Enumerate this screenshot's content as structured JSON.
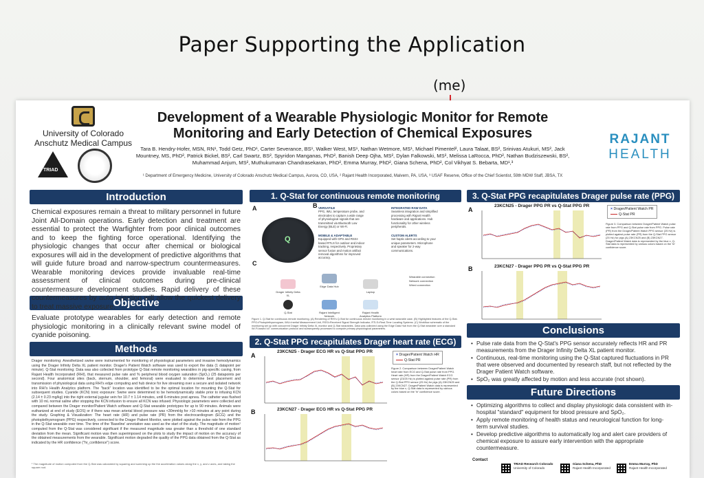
{
  "slide": {
    "headline": "Paper Supporting the Application",
    "me_label": "(me)"
  },
  "poster": {
    "logos": {
      "cu_name_1": "University of Colorado",
      "cu_name_2": "Anschutz Medical Campus",
      "triad": "TRIAD",
      "rajant_1": "RAJANT",
      "rajant_2": "HEALTH"
    },
    "title_line_1": "Development of a Wearable Physiologic Monitor for Remote",
    "title_line_2": "Monitoring and Early Detection of Chemical Exposures",
    "authors": "Tara B. Hendry-Hofer, MSN, RN¹, Todd Getz, PhD¹, Carter Severance, BS¹, Walker West, MS¹, Nathan Wetmore, MS¹, Michael Pimentel², Laura Talaat, BS², Srinivas Atukuri, MS², Jack Mountney, MS, PhD², Patrick Bickel, BS², Carl Swartz, BS², Spyridon Manganas, PhD², Banish Deep Ojha, MS², Dylan Falkowski, MS², Melissa LaRocca, PhD², Nathan Budziszewski, BS², Muhammad Anjum, MS², Muthukumaran Chandrasekaran, PhD², Emma Murray, PhD², Giana Schena, PhD², Col Vikhyat S. Bebarta, MD¹,³",
    "affiliations": "¹ Department of Emergency Medicine, University of Colorado Anschutz Medical Campus, Aurora, CO, USA, ² Rajant Health Incorporated, Malvern, PA, USA, ³ USAF Reserve, Office of the Chief Scientist, 59th MDW Staff, JBSA, TX",
    "introduction": {
      "heading": "Introduction",
      "text": "Chemical exposures remain a threat to military personnel in future Joint All-Domain operations. Early detection and treatment are essential to protect the Warfighter from poor clinical outcomes and to keep the fighting force operational. Identifying the physiologic changes that occur after chemical or biological exposures will aid in the development of predictive algorithms that will guide future broad and narrow-spectrum countermeasures. Wearable monitoring devices provide invaluable real-time assessment of clinical outcomes during pre-clinical countermeasure development studies. Rapid delivery of these countermeasures by auto injection will allow the quickest delivery to treat massive exposure."
    },
    "objective": {
      "heading": "Objective",
      "text": "Evaluate prototype wearables for early detection and remote physiologic monitoring in a clinically relevant swine model of cyanide poisoning."
    },
    "methods": {
      "heading": "Methods",
      "text": "Drager monitoring: Anesthetized swine were instrumented for monitoring of physiological parameters and invasive hemodynamics using the Drager Infinity Delta XL patient monitor. Drager's Patient Watch software was used to export the data (1 datapoint per minute). Q-Stat monitoring: Data was also collected from prototype Q-Stat remote monitoring wearables in pig-specific casing, from Rajant Health Incorporated (RHI), that measured pulse rate and % peripheral blood oxygen saturation (SpO₂) (25 datapoints per second). Four anatomical sites (back, sternum, shoulder, and femoral) were evaluated to determine best placement and transmission of physiological data using RHI's edge computing and hub device for live streaming over a secure and isolated network into RHI's Health Analytics platform. The \"back\" location was identified to be the optimal location for mounting the Q-Stat for subsequent studies. Cyanide (KCN) toxic exposure: Swine were determined to be hemodynamically stable prior to infusing KCN (2.14 ± 0.23 mg/kg) into the right external jugular vein for 10.7 ± 1.14 minutes, until 6-minutes post apnea. The catheter was flushed with 10 mL normal saline after stopping the KCN infusion to ensure all KCN was infused. Physiologic parameters were collected and compared between the Drager monitor/Patient Watch software and Q-Stat wearable prototypes for up to 90 minutes. Animals were euthanized at end of study (EOS) or if there was mean arterial blood pressure was <30mmHg for >10 minutes at any point during the study. Graphing & Visualization: The heart rate (HR) and pulse rate (PR) from the electrocardiogram (ECG) and the photoplethysmogram (PPG) respectively, connected to the Drager Patient Monitor, were plotted against the pulse rate from the PPG in the Q-Stat wearable over time. The time of the 'Baseline' annotation was used as the start of the study. The magnitude of motion¹ computed from the Q-Stat was considered significant if the measured magnitude was greater than a threshold of one standard deviation from the mean. Significant motion was then superimposed on the plots to study the impact of motion on the accuracy of the obtained measurements from the wearable. Significant motion degraded the quality of the PPG data obtained from the Q-Stat as indicated by the HR confidence (\"hr_confidence\") score.",
      "footnote": "¹ The magnitude of motion computed from the Q-Stat was calculated by squaring and summing up the the acceleration values along the x, y, and z axes, and taking the square root."
    },
    "section1": {
      "heading": "1. Q-Stat for continuous remote monitoring",
      "panel_a": "A",
      "panel_b": "B",
      "panel_c": "C",
      "features": [
        {
          "title": "VERSATILE",
          "text": "PPG, IMU, temperature probe, and electrodes to capture a wide range of physiological signals that are transmitted via Bluetooth Low Energy (BLE) or Wi-Fi."
        },
        {
          "title": "INTEGRATED RAW DATA",
          "text": "Seamless integration and simplified processing with Rajant Health hardware and applications. Hub functionality for other wireless peripherals."
        },
        {
          "title": "MOBILE & ADAPTABLE",
          "text": "Equipped with GPS and RSSI-based RTLS for outdoor and indoor tracking, respectively. Proprietary sensor fusion and motion artifact removal algorithms for improved accuracy."
        },
        {
          "title": "CUSTOM ALERTS",
          "text": "Set haptic alerts according to your unique parameters. Microphone and speaker for 2-way communications."
        }
      ],
      "flow_nodes": [
        "Drager Infinity Delta XL",
        "Edge Data Hub",
        "Laptop",
        "Q-Stat",
        "Rajant Intelligent Network",
        "Rajant Health Analytics Platform"
      ],
      "legend": [
        "Wearable connection",
        "Network connection",
        "Wired connection"
      ],
      "caption": "Figure 1. Q-Stat for continuous remote monitoring. (A) Rendering of RHI's Q-Stat for continuous remote monitoring in a wrist wearable case. (B) Highlighted features of the Q-Stat. PPG=Photoplethysmogram, IMU=Inertial Measurement Unit, RSSI=Received Signal Strength Indicator, RTLS=Real-Time Locating Systems. (C) Workflow schematic of the monitoring set up with concurrent Drager Infinity Delta XL monitor and Q-Stat wearables. Data was collected using the Edge Data Hub from the Q-Stat wearable over a standard Wi-Fi-based IoT communication protocol and subsequently processed to compute primary physiological parameters."
    },
    "section2": {
      "heading": "2. Q-Stat PPG recapitulates Drager heart rate (ECG)",
      "panel_a": "A",
      "panel_b": "B",
      "chart_a_title": "23KCN25 - Drager ECG HR vs Q-Stat PPG PR",
      "chart_b_title": "23KCN27 - Drager ECG HR vs Q-Stat PPG PR",
      "legend_1": "Drager/Patient Watch HR",
      "legend_2": "Q-Stat PR",
      "caption": "Figure 2. Comparison between Drager/Patient Watch heart rate from ECG and Q-Stat pulse rate from PPG. Heart rate (HR) from the Drager/Patient Watch ECG sensor (23/25 Hz) is plotted against pulse rate (PR) from the Q-Stat PPG sensor (25 Hz) for pigs (A) 23KCN25 and (B) 23KCN27. Drager/Patient Watch data is represented by the blue x, Q-Stat data is represented by various colors based on the 'hr' confidence score."
    },
    "section3": {
      "heading": "3. Q-Stat PPG recapitulates Drager pulse rate (PPG)",
      "panel_a": "A",
      "panel_b": "B",
      "chart_a_title": "23KCN25 - Drager PPG PR vs Q-Stat PPG PR",
      "chart_b_title": "23KCN27 - Drager PPG PR vs Q-Stat PPG PR",
      "legend_1": "Drager/Patient Watch PR",
      "legend_2": "Q-Stat PR",
      "caption": "Figure 3. Comparison between Drager/Patient Watch pulse rate from PPG and Q-Stat pulse rate from PPG. Pulse rate (PR) from the Drager/Patient Watch PPG sensor (25 Hz) is plotted against pulse rate (PR) from the Q-Stat PPG sensor (25 Hz) for pigs (A) 23KCN25 and (B) 23KCN27. Drager/Patient Watch data is represented by the blue x, Q-Stat data is represented by various colors based on the 'hr' confidence score."
    },
    "conclusions": {
      "heading": "Conclusions",
      "items": [
        "Pulse rate data from the Q-Stat's PPG sensor accurately reflects HR and PR measurements from the Drager Infinity Delta XL patient monitor.",
        "Continuous, real-time monitoring using the Q-Stat captured fluctuations in PR that were observed and documented by research staff, but not reflected by the Drager Patient Watch software.",
        "SpO₂ was greatly affected by motion and less accurate (not shown)."
      ]
    },
    "future": {
      "heading": "Future Directions",
      "items": [
        "Optimizing algorithms to collect and display physiologic data consistent with in-hospital \"standard\" equipment for blood pressure and SpO₂.",
        "Apply remote monitoring of health status and neurological function for long-term survival studies.",
        "Develop predictive algorithms to automatically log and alert care providers of chemical exposure to assure early intervention with the appropriate countermeasure."
      ]
    },
    "contact": {
      "label": "Contact",
      "people": [
        {
          "name": "TRIAD Research Colorado",
          "org": "University of Colorado"
        },
        {
          "name": "Giana Schena, PhD",
          "org": "Rajant Health Incorporated"
        },
        {
          "name": "Emma Murray, PhD",
          "org": "Rajant Health Incorporated"
        }
      ]
    }
  },
  "colors": {
    "header_bar": "#1c3b66",
    "arrow": "#d8262c",
    "drager_series": "#1f3ab8",
    "qstat_series": "#c72828",
    "motion_band": "#e9e6a3"
  }
}
